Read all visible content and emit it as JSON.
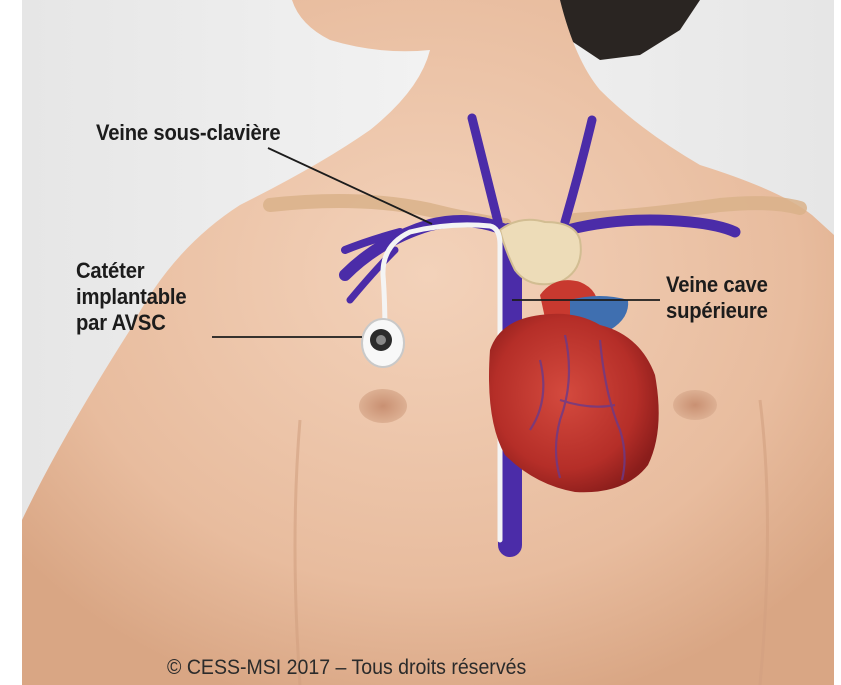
{
  "labels": {
    "subclavian_vein": "Veine sous-clavière",
    "catheter": [
      "Catéter",
      "implantable",
      "par AVSC"
    ],
    "superior_vena_cava": [
      "Veine cave",
      "supérieure"
    ]
  },
  "copyright": "© CESS-MSI 2017 – Tous droits réservés",
  "colors": {
    "background": "#ebebeb",
    "skin": "#eac0a3",
    "vein": "#4b2ca8",
    "heart": "#b8322c",
    "catheter": "#f4f4f4",
    "leader_line": "#1c1c1c"
  }
}
